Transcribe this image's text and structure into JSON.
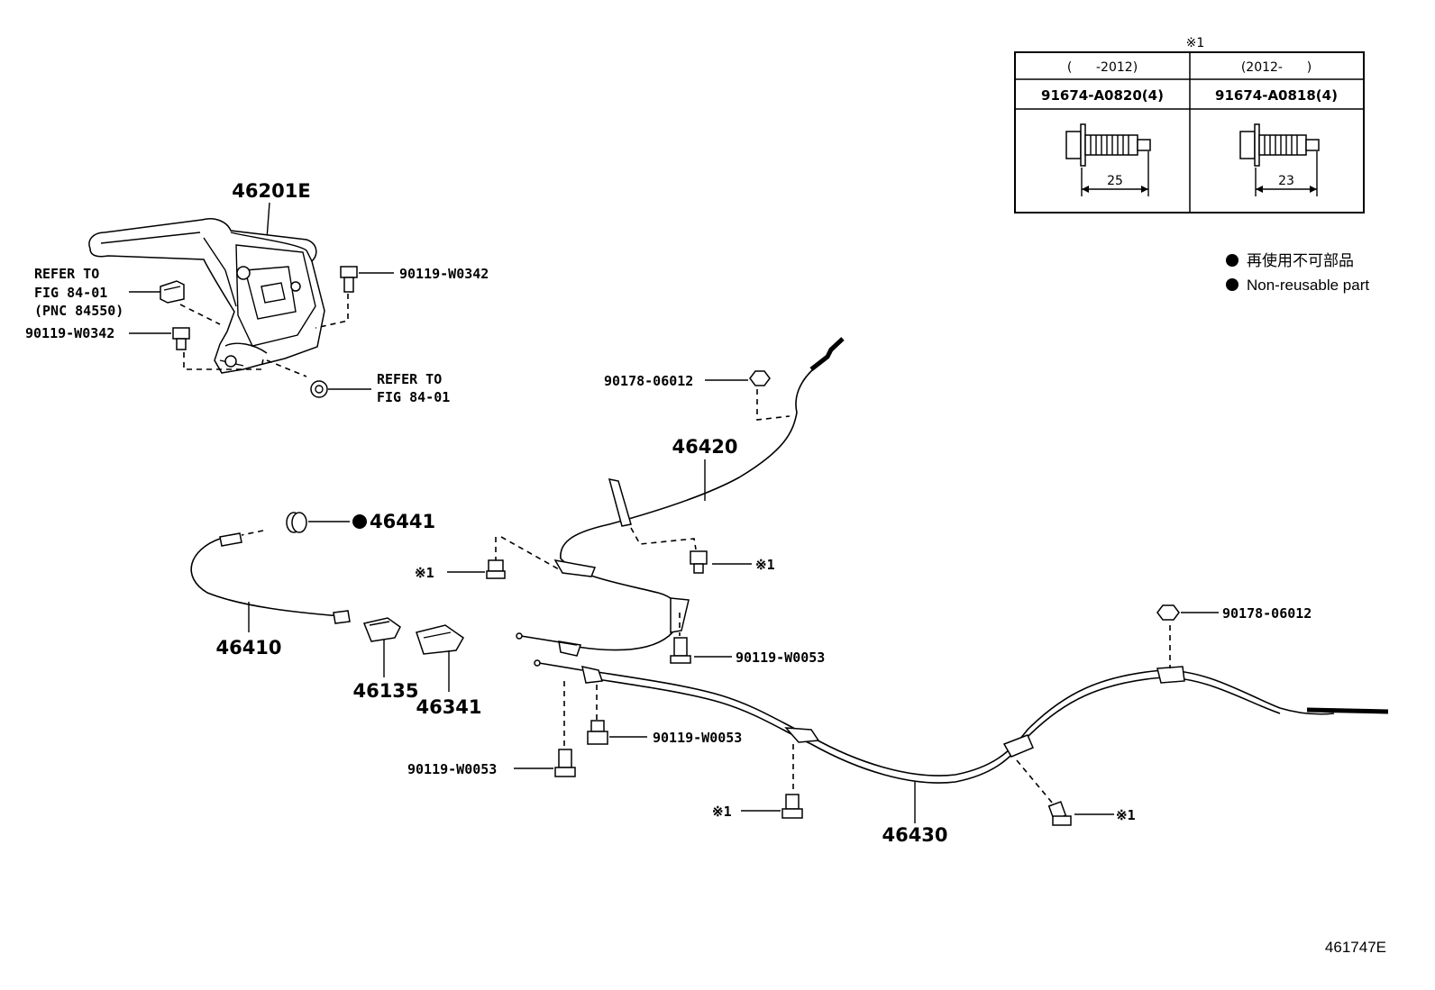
{
  "figure_code": "461747E",
  "parts": {
    "lever": "46201E",
    "bolt_lever_right": "90119-W0342",
    "bolt_lever_left": "90119-W0342",
    "refer_1": [
      "REFER TO",
      "FIG 84-01",
      "(PNC 84550)"
    ],
    "refer_2": [
      "REFER TO",
      "FIG 84-01"
    ],
    "nut_front": "90178-06012",
    "cable_front": "46420",
    "grommet": "46441",
    "cable_46410": "46410",
    "clip_46135": "46135",
    "clip_46341": "46341",
    "bolt_w0053_a": "90119-W0053",
    "bolt_w0053_b": "90119-W0053",
    "bolt_w0053_c": "90119-W0053",
    "nut_rear": "90178-06012",
    "cable_rear": "46430"
  },
  "note_mark": "※1",
  "table": {
    "title": "※1",
    "columns": [
      {
        "period": "(      -2012)",
        "part_no": "91674-A0820(4)",
        "length": "25"
      },
      {
        "period": "(2012-      )",
        "part_no": "91674-A0818(4)",
        "length": "23"
      }
    ]
  },
  "legend": {
    "line_jp": "再使用不可部品",
    "line_en": "Non-reusable part"
  }
}
